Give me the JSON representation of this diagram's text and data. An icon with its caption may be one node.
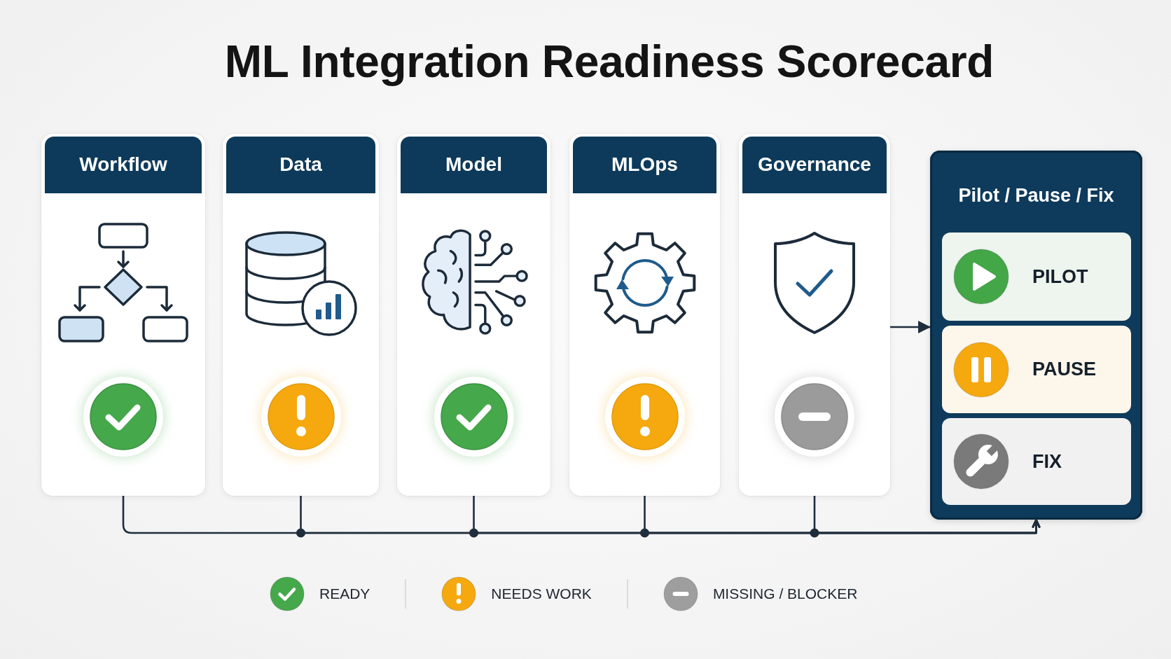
{
  "diagram": {
    "title": "ML Integration Readiness Scorecard",
    "nodes": [
      {
        "text": [
          "Workflow"
        ]
      },
      {
        "text": [
          "Data"
        ]
      },
      {
        "text": [
          "Model"
        ]
      },
      {
        "text": [
          "MLOps"
        ]
      },
      {
        "text": [
          "Governance"
        ]
      },
      {
        "text": [
          "Pilot / Pause / Fix"
        ]
      },
      {
        "text": [
          "PILOT"
        ],
        "in": 5
      },
      {
        "text": [
          "PAUSE"
        ],
        "in": 5
      },
      {
        "text": [
          "FIX"
        ],
        "in": 5
      }
    ],
    "edges": [
      {
        "from": 0,
        "to": 5,
        "arrow": "to"
      },
      {
        "from": 1,
        "to": 5,
        "arrow": "to"
      },
      {
        "from": 2,
        "to": 5,
        "arrow": "to"
      },
      {
        "from": 3,
        "to": 5,
        "arrow": "to"
      },
      {
        "from": 4,
        "to": 5,
        "arrow": "to"
      },
      {
        "from": 4,
        "to": 5,
        "arrow": "to"
      }
    ],
    "legend": [
      {
        "text": "READY",
        "color": "#45a84b"
      },
      {
        "text": "NEEDS WORK",
        "color": "#f5a90f"
      },
      {
        "text": "MISSING / BLOCKER",
        "color": "#9e9e9e"
      }
    ]
  }
}
